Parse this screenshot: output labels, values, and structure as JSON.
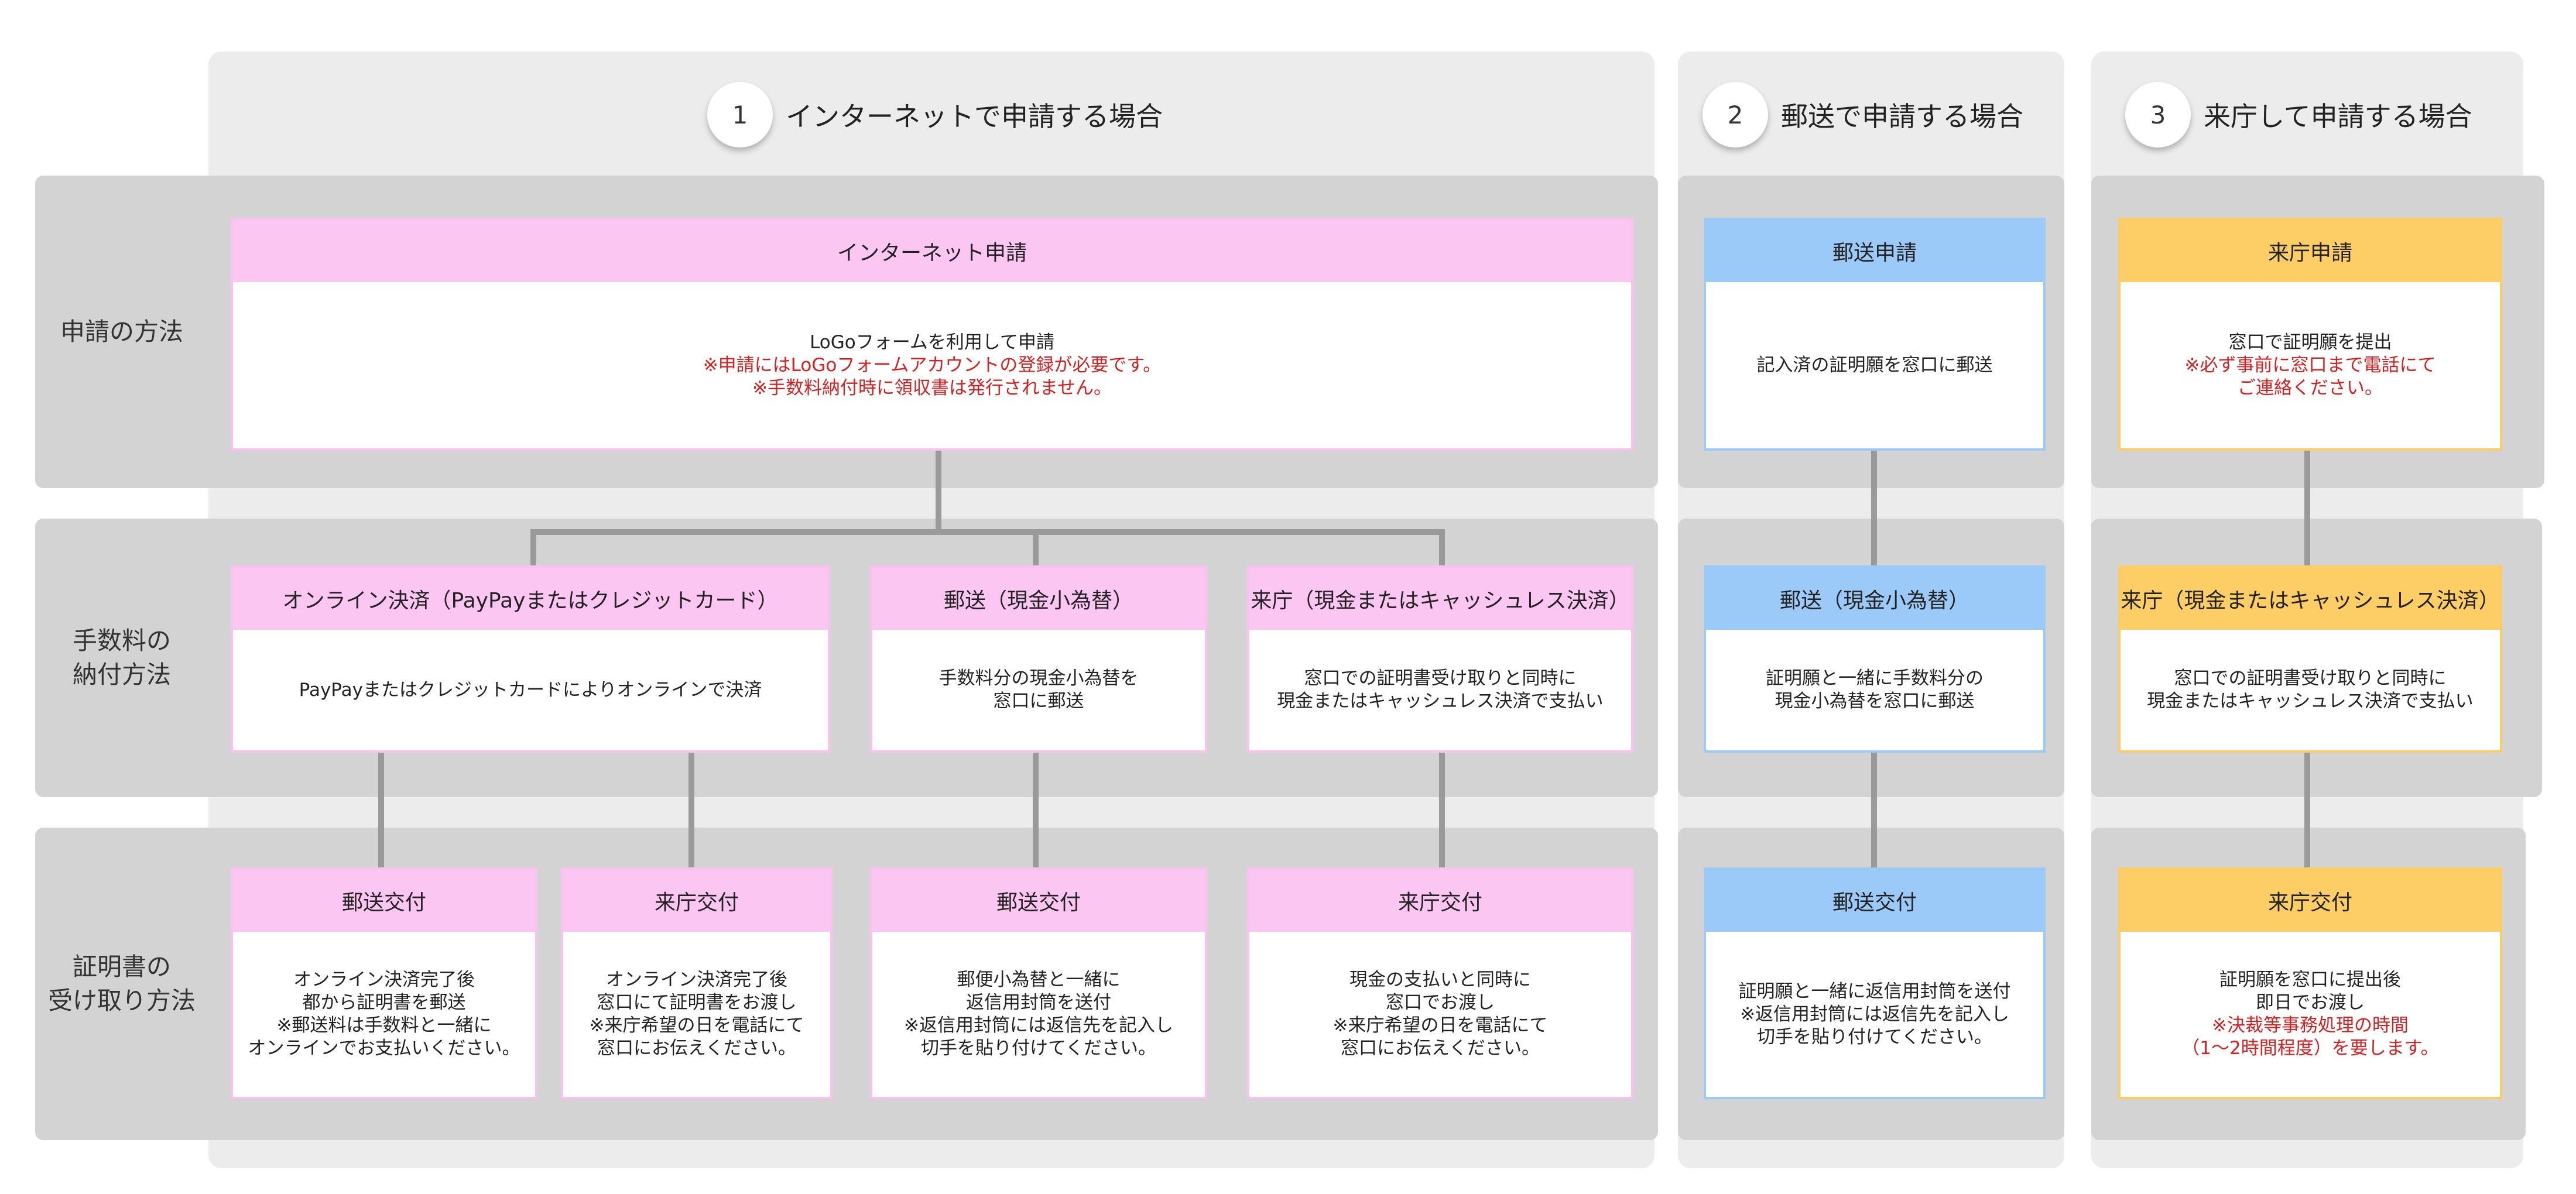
{
  "columns": {
    "internet": {
      "number": "1",
      "title": "インターネットで申請する場合"
    },
    "mail": {
      "number": "2",
      "title": "郵送で申請する場合"
    },
    "visit": {
      "number": "3",
      "title": "来庁して申請する場合"
    }
  },
  "rows": {
    "method": {
      "label": [
        "申請の方法"
      ]
    },
    "fee": {
      "label": [
        "手数料の",
        "納付方法"
      ]
    },
    "receive": {
      "label": [
        "証明書の",
        "受け取り方法"
      ]
    }
  },
  "boxes": {
    "internet_apply": {
      "title": "インターネット申請",
      "lines": [
        "LoGoフォームを利用して申請"
      ],
      "notes": [
        "※申請にはLoGoフォームアカウントの登録が必要です。",
        "※手数料納付時に領収書は発行されません。"
      ]
    },
    "mail_apply": {
      "title": "郵送申請",
      "lines": [
        "記入済の証明願を窓口に郵送"
      ]
    },
    "visit_apply": {
      "title": "来庁申請",
      "lines": [
        "窓口で証明願を提出"
      ],
      "notes": [
        "※必ず事前に窓口まで電話にて",
        "ご連絡ください。"
      ]
    },
    "online_pay": {
      "title": "オンライン決済（PayPayまたはクレジットカード）",
      "lines": [
        "PayPayまたはクレジットカードによりオンラインで決済"
      ]
    },
    "mail_pay_internet": {
      "title": "郵送（現金小為替）",
      "lines": [
        "手数料分の現金小為替を",
        "窓口に郵送"
      ]
    },
    "visit_pay_internet": {
      "title": "来庁（現金またはキャッシュレス決済）",
      "lines": [
        "窓口での証明書受け取りと同時に",
        "現金またはキャッシュレス決済で支払い"
      ]
    },
    "mail_pay_mail": {
      "title": "郵送（現金小為替）",
      "lines": [
        "証明願と一緒に手数料分の",
        "現金小為替を窓口に郵送"
      ]
    },
    "visit_pay_visit": {
      "title": "来庁（現金またはキャッシュレス決済）",
      "lines": [
        "窓口での証明書受け取りと同時に",
        "現金またはキャッシュレス決済で支払い"
      ]
    },
    "recv_mail_online": {
      "title": "郵送交付",
      "lines": [
        "オンライン決済完了後",
        "都から証明書を郵送",
        "※郵送料は手数料と一緒に",
        "オンラインでお支払いください。"
      ]
    },
    "recv_visit_online": {
      "title": "来庁交付",
      "lines": [
        "オンライン決済完了後",
        "窓口にて証明書をお渡し",
        "※来庁希望の日を電話にて",
        "窓口にお伝えください。"
      ]
    },
    "recv_mail_internet": {
      "title": "郵送交付",
      "lines": [
        "郵便小為替と一緒に",
        "返信用封筒を送付",
        "※返信用封筒には返信先を記入し",
        "切手を貼り付けてください。"
      ]
    },
    "recv_visit_internet": {
      "title": "来庁交付",
      "lines": [
        "現金の支払いと同時に",
        "窓口でお渡し",
        "※来庁希望の日を電話にて",
        "窓口にお伝えください。"
      ]
    },
    "recv_mail_mail": {
      "title": "郵送交付",
      "lines": [
        "証明願と一緒に返信用封筒を送付",
        "※返信用封筒には返信先を記入し",
        "切手を貼り付けてください。"
      ]
    },
    "recv_visit_visit": {
      "title": "来庁交付",
      "lines": [
        "証明願を窓口に提出後",
        "即日でお渡し"
      ],
      "notes": [
        "※決裁等事務処理の時間",
        "（1～2時間程度）を要します。"
      ]
    }
  },
  "colors": {
    "internet": "#fbc6f1",
    "mail": "#9ccaf8",
    "visit": "#fdcd66",
    "note": "#d61f1f"
  }
}
